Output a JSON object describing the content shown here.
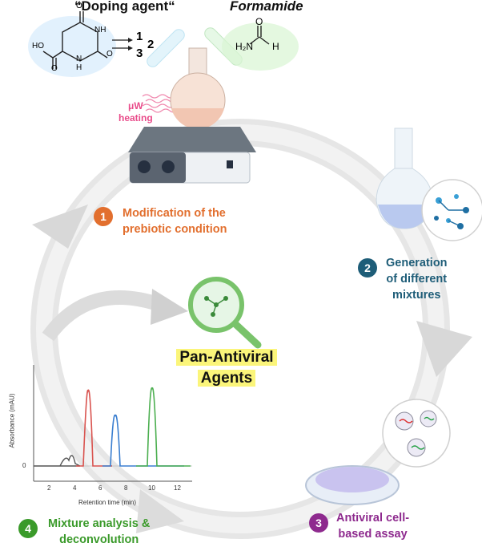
{
  "top": {
    "doping_agent_label": "“Doping agent“",
    "formamide_label": "Formamide",
    "reagent_numbers": [
      "1",
      "2",
      "3"
    ],
    "formamide_atoms": {
      "h2n": "H₂N",
      "h": "H",
      "o": "O"
    },
    "uracil_atoms": {
      "ho": "HO",
      "o_top": "O",
      "nh_top": "NH",
      "nh_bottom": "N",
      "h_bottom": "H",
      "o_right": "O",
      "o_acid": "O"
    }
  },
  "heating_label": {
    "line1": "μW",
    "line2": "heating"
  },
  "center": {
    "line1": "Pan-Antiviral",
    "line2": "Agents"
  },
  "steps": [
    {
      "number": "1",
      "line1": "Modification of the",
      "line2": "prebiotic condition",
      "color": "#e26f2e"
    },
    {
      "number": "2",
      "line1": "Generation",
      "line2": "of different",
      "line3": "mixtures",
      "color": "#1e5d78"
    },
    {
      "number": "3",
      "line1": "Antiviral cell-",
      "line2": "based assay",
      "color": "#8e2a8e"
    },
    {
      "number": "4",
      "line1": "Mixture analysis &",
      "line2": "deconvolution",
      "color": "#3a9a2a"
    }
  ],
  "chromatogram": {
    "ylabel": "Absorbance (mAU)",
    "xlabel": "Retention time (min)",
    "xticks": [
      "2",
      "4",
      "6",
      "8",
      "10",
      "12"
    ],
    "ytick": "0"
  },
  "colors": {
    "cycle_arrow": "#e4e4e4",
    "highlight": "#fbf57a",
    "red_peak": "#d9534f",
    "blue_peak": "#3b7fd0",
    "green_peak": "#4caf50",
    "gray_peak": "#555555"
  }
}
